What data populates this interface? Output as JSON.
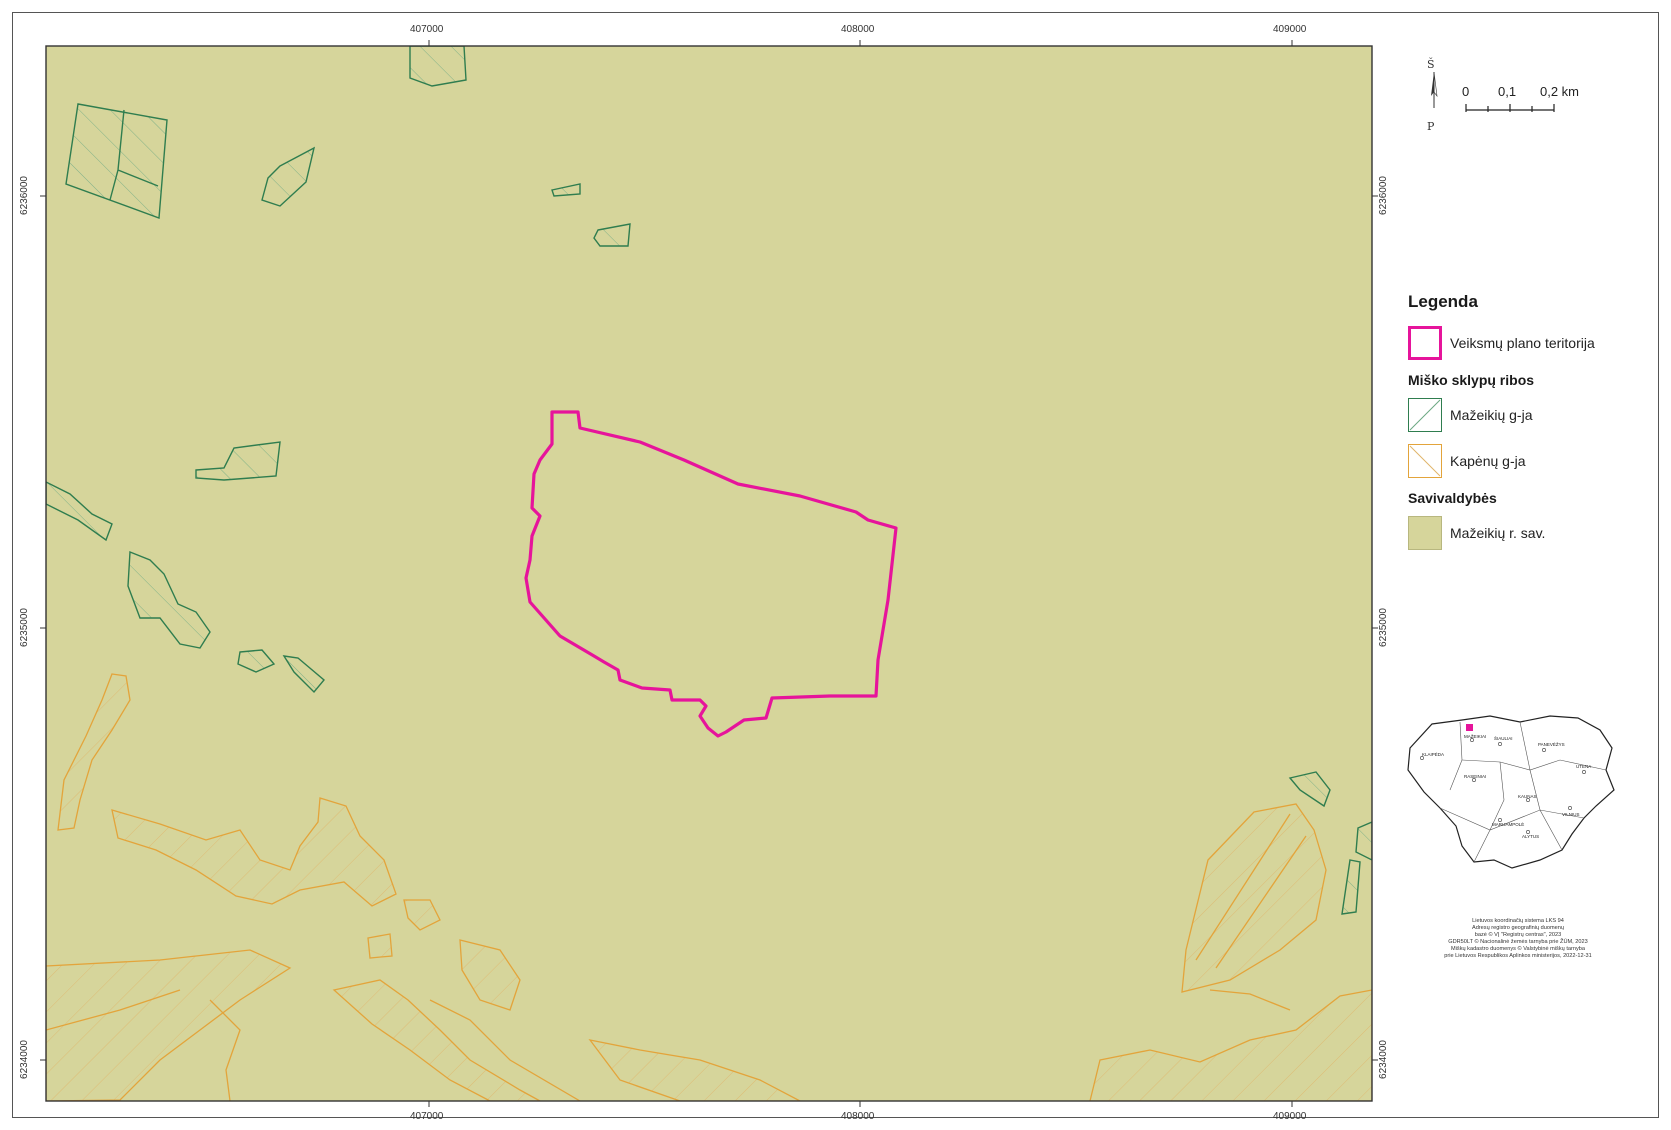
{
  "map": {
    "colors": {
      "background": "#d6d59b",
      "target_outline": "#e6149b",
      "forest_mazeikiu": "#2f7d4f",
      "forest_kapenu": "#e3a43b"
    },
    "x_ticks": [
      "407000",
      "408000",
      "409000"
    ],
    "y_ticks": [
      "6236000",
      "6235000",
      "6234000"
    ]
  },
  "north_arrow": {
    "top_label": "Š",
    "bottom_label": "P"
  },
  "scale_bar": {
    "labels": [
      "0",
      "0,1",
      "0,2 km"
    ]
  },
  "legend": {
    "title": "Legenda",
    "items": [
      {
        "label": "Veiksmų plano teritorija",
        "symbol": "magenta-outline"
      }
    ],
    "sections": [
      {
        "title": "Miško sklypų ribos",
        "items": [
          {
            "label": "Mažeikių g-ja",
            "symbol": "green-hatch"
          },
          {
            "label": "Kapėnų g-ja",
            "symbol": "orange-hatch"
          }
        ]
      },
      {
        "title": "Savivaldybės",
        "items": [
          {
            "label": "Mažeikių r. sav.",
            "symbol": "olive-fill"
          }
        ]
      }
    ]
  },
  "inset": {
    "cities": [
      "MAŽEIKIAI",
      "ŠIAULIAI",
      "KLAIPĖDA",
      "PANEVĖŽYS",
      "UTENA",
      "RASEINIAI",
      "KAUNAS",
      "VILNIUS",
      "MARIJAMPOLĖ",
      "ALYTUS"
    ]
  },
  "credits": [
    "Lietuvos koordinačių sistema LKS 94",
    "Adresų registro geografinių duomenų",
    "bazė © VĮ \"Registrų centras\", 2023",
    "GDR50LT © Nacionalinė žemės tarnyba prie ŽŪM, 2023",
    "Miškų kadastro duomenys © Valstybinė miškų tarnyba",
    "prie Lietuvos Respublikos Aplinkos ministerijos, 2022-12-31"
  ]
}
